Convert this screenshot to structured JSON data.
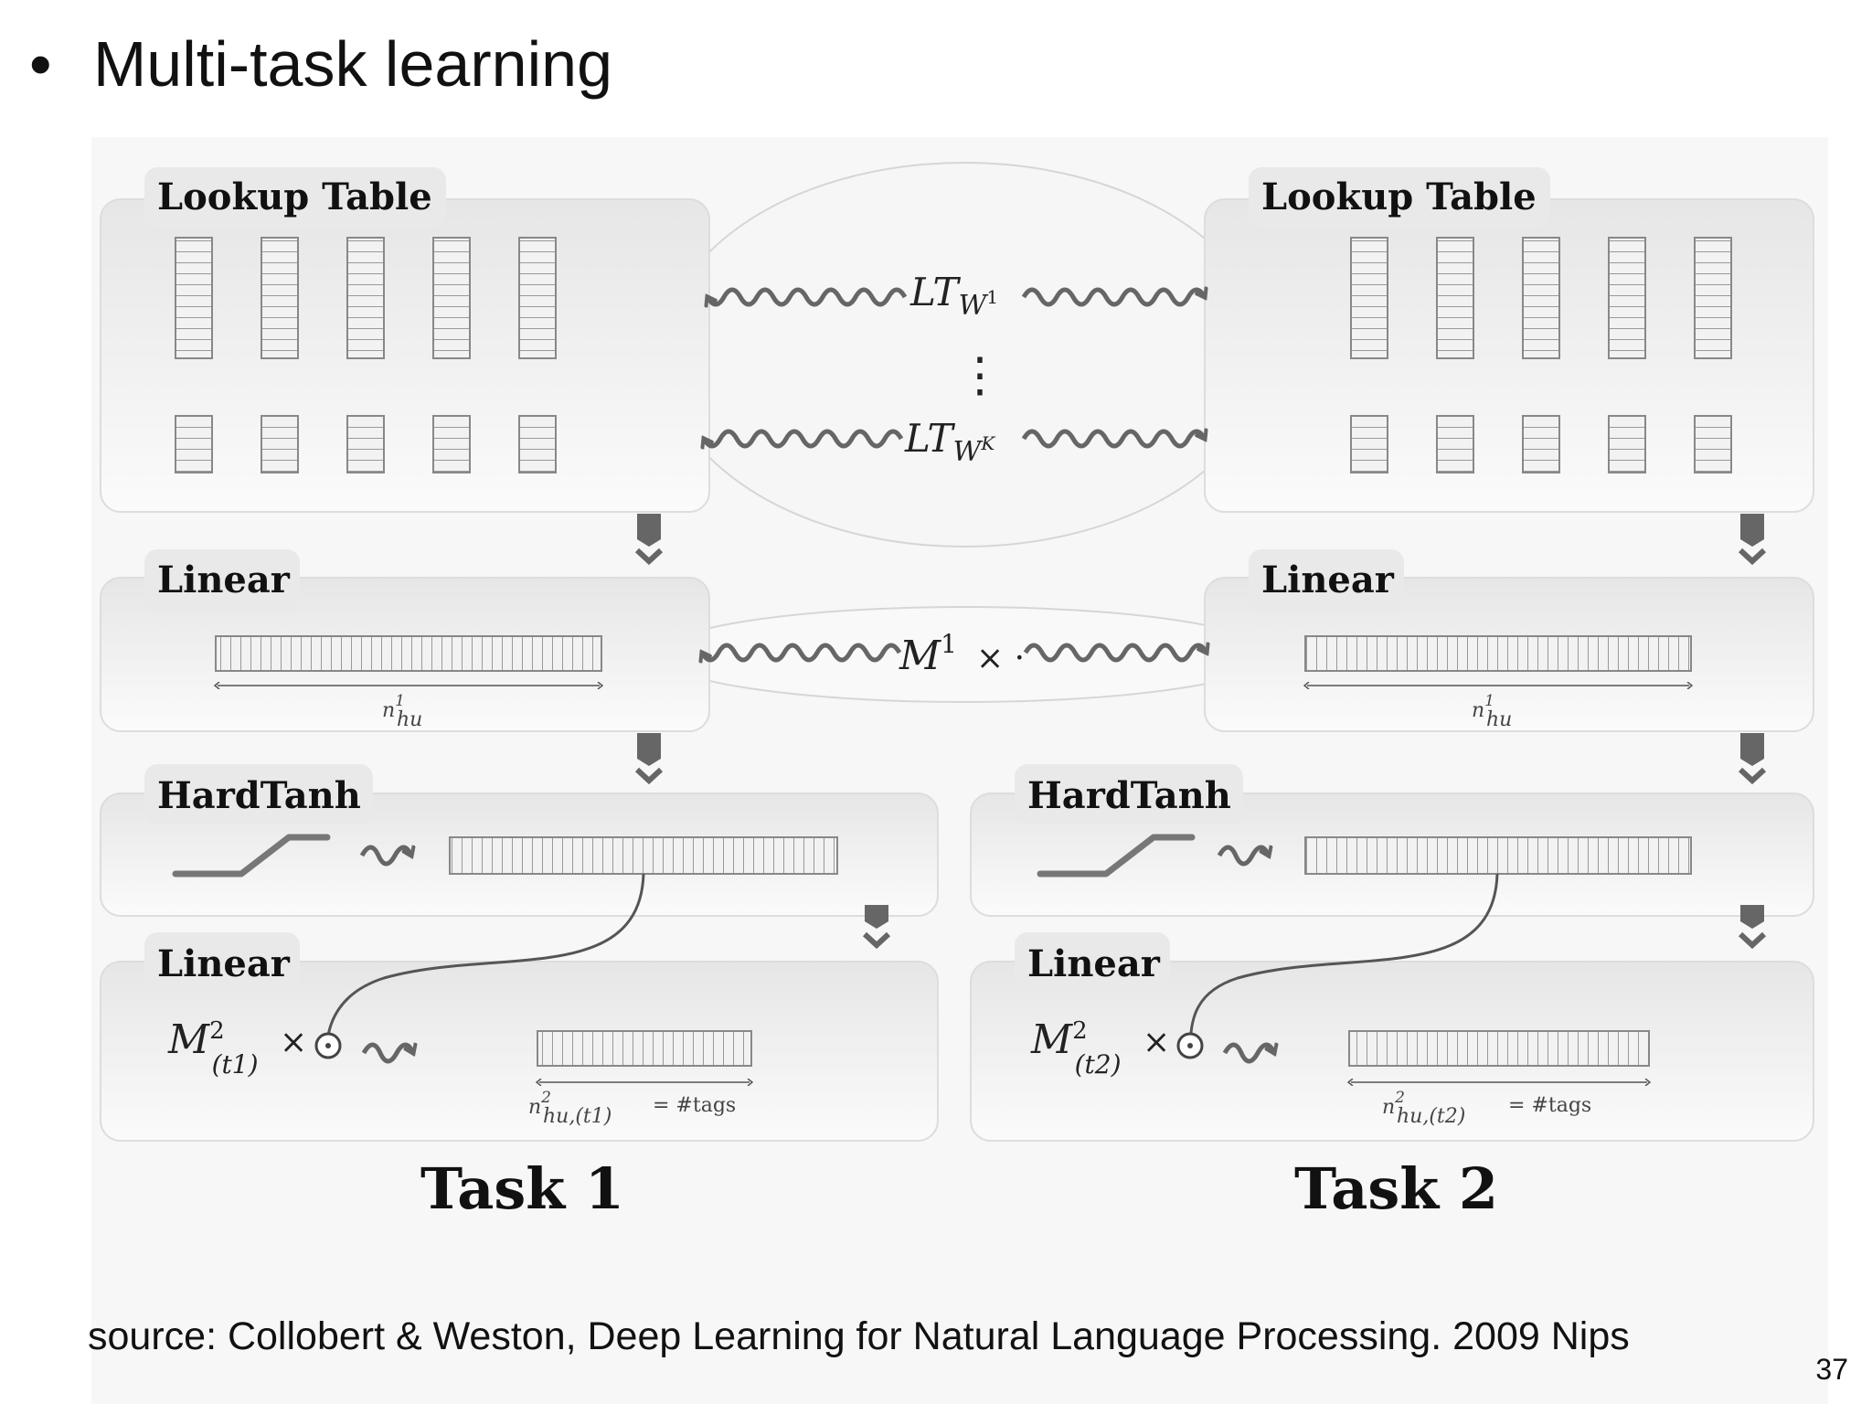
{
  "bullet": {
    "symbol": "•",
    "text": "Multi-task learning"
  },
  "layers": {
    "lookup_table": "Lookup Table",
    "linear": "Linear",
    "hardtanh": "HardTanh"
  },
  "shared": {
    "lt_first": "LT",
    "lt_first_sub": "W",
    "lt_first_sup": "1",
    "lt_dots": "⋮",
    "lt_last": "LT",
    "lt_last_sub": "W",
    "lt_last_sup": "K",
    "m1": "M",
    "m1_sup": "1",
    "m1_times": "× ·"
  },
  "task1": {
    "title": "Task 1",
    "n_hu_1": "n",
    "n_hu_1_sup": "1",
    "n_hu_1_sub": "hu",
    "m2": "M",
    "m2_sup": "2",
    "m2_sub": "(t1)",
    "times": "×",
    "n_hu_2": "n",
    "n_hu_2_sup": "2",
    "n_hu_2_sub": "hu,(t1)",
    "tags": "= #tags"
  },
  "task2": {
    "title": "Task 2",
    "n_hu_1": "n",
    "n_hu_1_sup": "1",
    "n_hu_1_sub": "hu",
    "m2": "M",
    "m2_sup": "2",
    "m2_sub": "(t2)",
    "times": "×",
    "n_hu_2": "n",
    "n_hu_2_sup": "2",
    "n_hu_2_sub": "hu,(t2)",
    "tags": "= #tags"
  },
  "source": "source: Collobert & Weston, Deep Learning for Natural Language Processing. 2009 Nips",
  "page_number": "37",
  "colors": {
    "panel": "#ececec",
    "panel_light": "#f9f9f9",
    "stroke": "#777777",
    "ink": "#111111"
  }
}
